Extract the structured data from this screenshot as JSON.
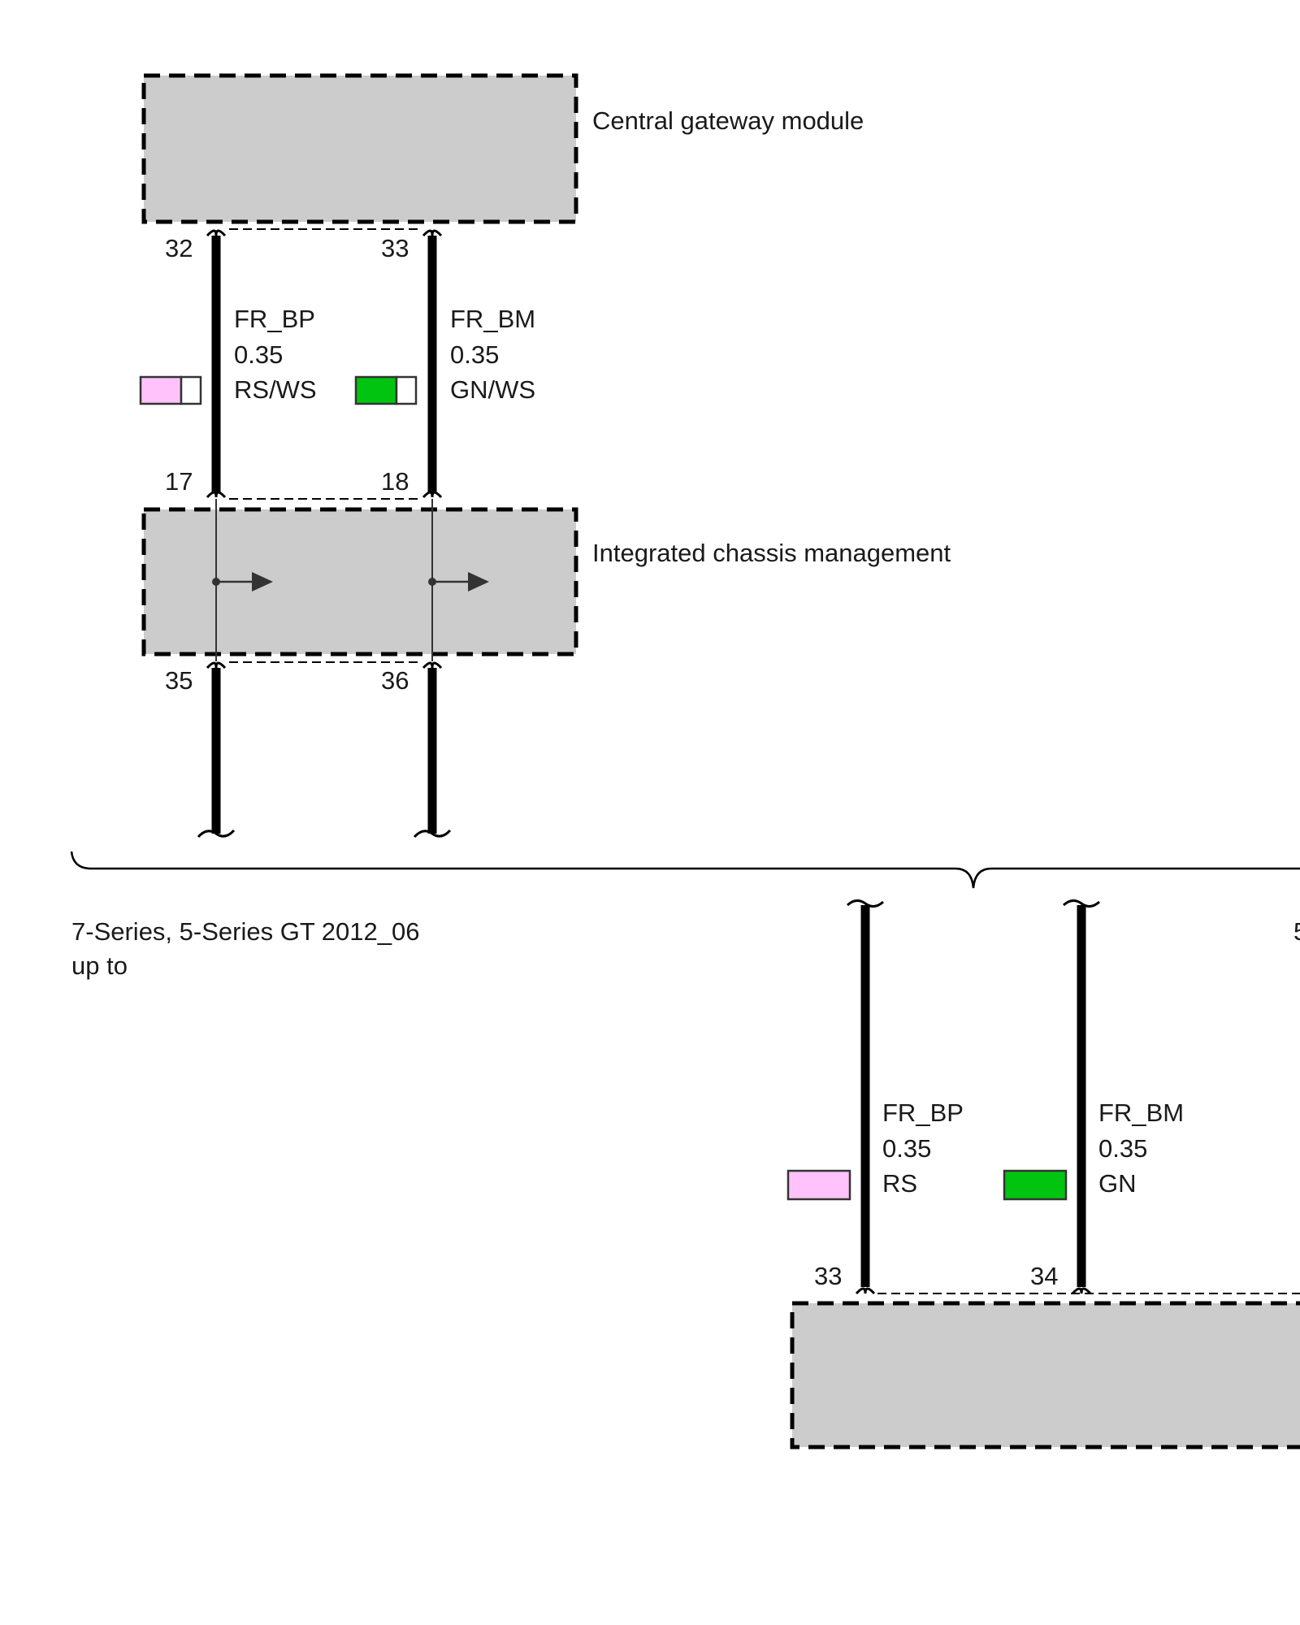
{
  "modules": {
    "gateway": {
      "label": "Central gateway module"
    },
    "chassis": {
      "label": "Integrated chassis management"
    }
  },
  "top_wires": {
    "left": {
      "name": "FR_BP",
      "size": "0.35",
      "color": "RS/WS",
      "pin_top": "32",
      "pin_bottom": "17",
      "swatch_colors": [
        "#ffc2fa",
        "#ffffff"
      ]
    },
    "right": {
      "name": "FR_BM",
      "size": "0.35",
      "color": "GN/WS",
      "pin_top": "33",
      "pin_bottom": "18",
      "swatch_colors": [
        "#00c40f",
        "#ffffff"
      ]
    }
  },
  "chassis_out_pins": {
    "left": "35",
    "right": "36"
  },
  "variant_note": {
    "line1": "7-Series, 5-Series GT 2012_06",
    "line2": "up to"
  },
  "bottom_wires": {
    "left": {
      "name": "FR_BP",
      "size": "0.35",
      "color": "RS",
      "pin": "33",
      "swatch_color": "#ffc2fa"
    },
    "right": {
      "name": "FR_BM",
      "size": "0.35",
      "color": "GN",
      "pin": "34",
      "swatch_color": "#00c40f"
    }
  }
}
